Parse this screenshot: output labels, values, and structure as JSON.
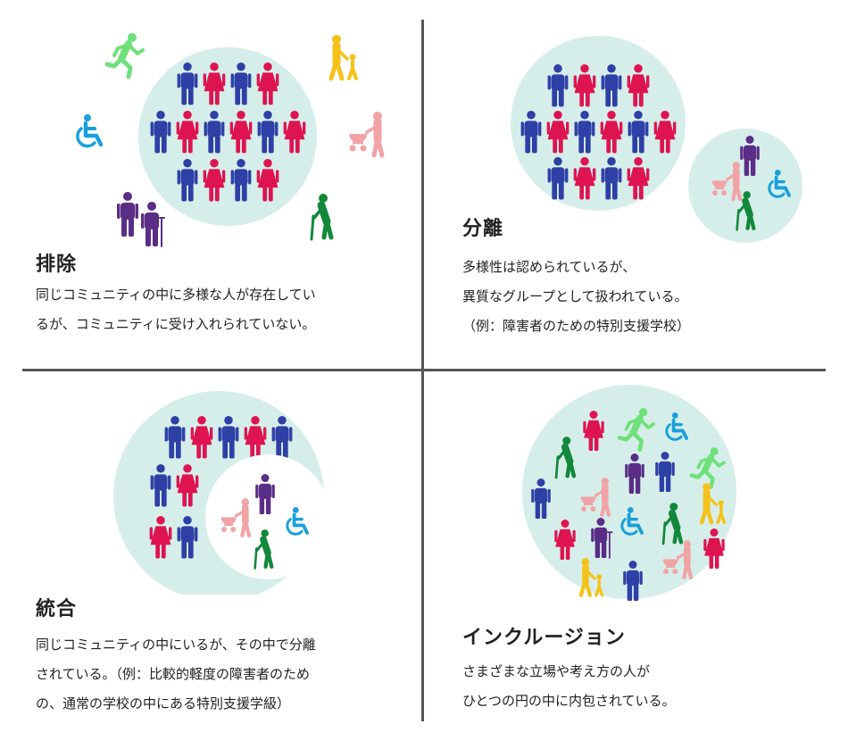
{
  "colors": {
    "circle": "#d6eeea",
    "inner_circle": "#ffffff",
    "male": "#2e3fa6",
    "female": "#de1452",
    "purple": "#5a2d86",
    "pink": "#f2a3a6",
    "green": "#12883b",
    "lightgreen": "#6fe07a",
    "blue": "#19a0dc",
    "yellow": "#f5c21a",
    "divider": "#555555"
  },
  "icons": [
    "man-icon",
    "woman-icon",
    "wheelchair-icon",
    "running-person-icon",
    "parent-with-child-icon",
    "stroller-icon",
    "elderly-with-cane-icon",
    "person-with-crutch-icon"
  ],
  "quadrants": {
    "exclusion": {
      "title": "排除",
      "lines": [
        "同じコミュニティの中に多様な人が存在してい",
        "るが、コミュニティに受け入れられていない。"
      ]
    },
    "segregation": {
      "title": "分離",
      "lines": [
        "多様性は認められているが、",
        "異質なグループとして扱われている。",
        "（例：障害者のための特別支援学校）"
      ]
    },
    "integration": {
      "title": "統合",
      "lines": [
        "同じコミュニティの中にいるが、その中で分離",
        "されている。（例：比較的軽度の障害者のため",
        "の、通常の学校の中にある特別支援学級）"
      ]
    },
    "inclusion": {
      "title": "インクルージョン",
      "lines": [
        "さまざまな立場や考え方の人が",
        "ひとつの円の中に内包されている。"
      ]
    }
  }
}
